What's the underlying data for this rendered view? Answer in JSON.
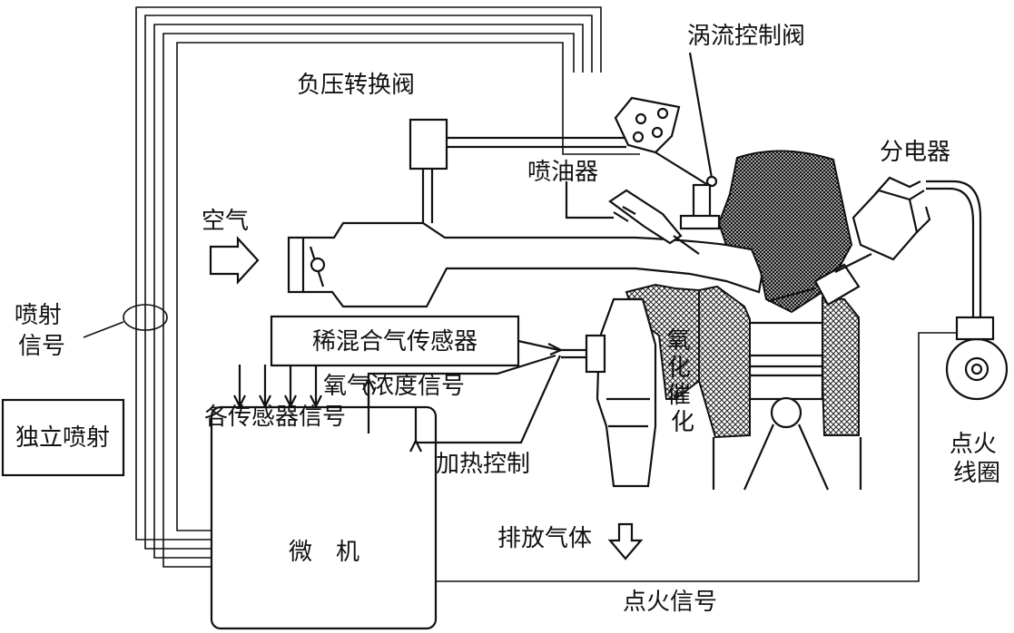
{
  "labels": {
    "turbo_valve": "涡流控制阀",
    "vacuum_valve": "负压转换阀",
    "injector": "喷油器",
    "distributor": "分电器",
    "air": "空气",
    "injection_signal": "喷射\n信号",
    "lean_sensor": "稀混合气传感器",
    "oxygen_signal": "氧气浓度信号",
    "oxidation": "氧\n化\n催\n化",
    "sensor_signals": "各传感器信号",
    "independent_injection": "独立喷射",
    "heating_control": "加热控制",
    "microcomputer": "微　机",
    "exhaust": "排放气体",
    "ignition_coil": "点火\n线圈",
    "ignition_signal": "点火信号"
  },
  "colors": {
    "line": "#111111",
    "background": "#ffffff"
  }
}
